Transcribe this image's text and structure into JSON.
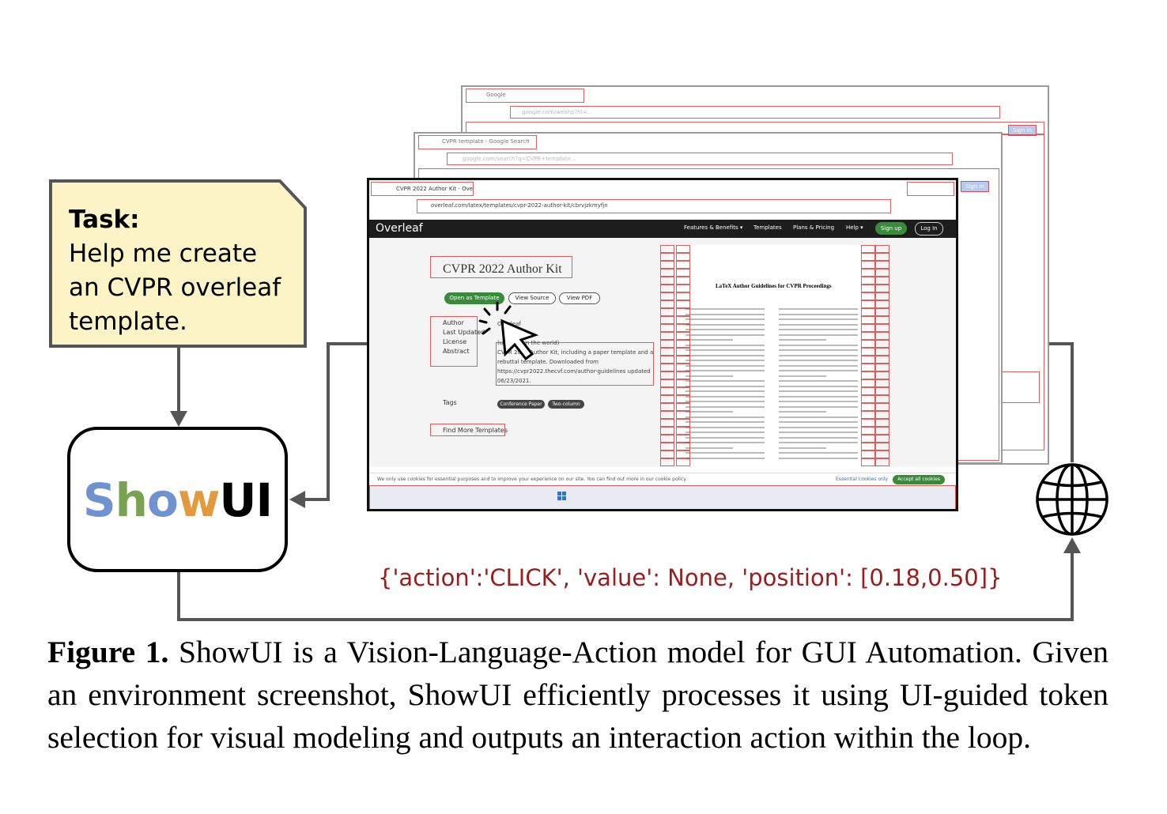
{
  "task": {
    "title": "Task:",
    "lines": [
      "Help me create",
      "an CVPR overleaf",
      "template."
    ]
  },
  "model": {
    "name_parts": [
      {
        "text": "S",
        "color": "#6f93d0"
      },
      {
        "text": "h",
        "color": "#7aa34f"
      },
      {
        "text": "o",
        "color": "#6f93d0"
      },
      {
        "text": "w",
        "color": "#e39a3c"
      },
      {
        "text": "UI",
        "color": "#000000"
      }
    ]
  },
  "screenshots": {
    "back1": {
      "tab": "Google",
      "url": "google.com/webhp?hl=...",
      "signin": "Sign in"
    },
    "back2": {
      "tab": "CVPR template - Google Search",
      "url": "google.com/search?q=CVPR+template...",
      "signin": "Sign in"
    },
    "front": {
      "tab": "CVPR 2022 Author Kit - Ove",
      "url": "overleaf.com/latex/templates/cvpr-2022-author-kit/cbrvjzkmyfjn",
      "logo": "Overleaf",
      "nav": [
        "Features & Benefits ▾",
        "Templates",
        "Plans & Pricing",
        "Help ▾"
      ],
      "signup": "Sign up",
      "login": "Log In",
      "title": "CVPR 2022 Author Kit",
      "buttons": {
        "open": "Open as Template",
        "source": "View Source",
        "pdf": "View PDF"
      },
      "meta_labels": [
        "Author",
        "Last Updated",
        "License",
        "Abstract"
      ],
      "meta_values": [
        "Overleaf",
        "(updated in the world)",
        "CVPR 2022 Author Kit, including a paper template and a rebuttal template. Downloaded from https://cvpr2022.thecvf.com/author-guidelines updated 06/23/2021."
      ],
      "tags_label": "Tags",
      "tags": [
        "Conference Paper",
        "Two-column"
      ],
      "more": "Find More Templates",
      "paper_title": "LaTeX Author Guidelines for CVPR Proceedings",
      "cookie": "We only use cookies for essential purposes and to improve your experience on our site. You can find out more in our cookie policy.",
      "cookie_essential": "Essential cookies only",
      "cookie_accept": "Accept all cookies"
    }
  },
  "action_output": "{'action':'CLICK', 'value': None, 'position': [0.18,0.50]}",
  "caption": {
    "label": "Figure 1.",
    "text": "ShowUI is a Vision-Language-Action model for GUI Automation. Given an environment screenshot, ShowUI efficiently processes it using UI-guided token selection for visual modeling and outputs an interaction action within the loop."
  }
}
